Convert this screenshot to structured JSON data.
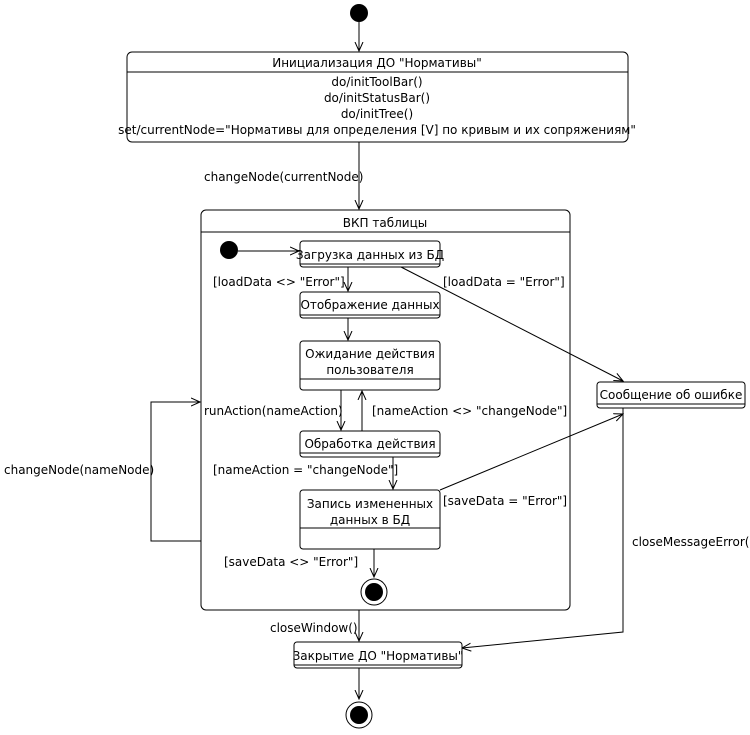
{
  "init_state": {
    "title": "Инициализация ДО \"Нормативы\"",
    "actions": [
      "do/initToolBar()",
      "do/initStatusBar()",
      "do/initTree()",
      "set/currentNode=\"Нормативы для определения [V] по кривым и их сопряжениям\""
    ]
  },
  "composite_state": {
    "title": "ВКП таблицы",
    "load_state": "Загрузка данных из БД",
    "display_state": "Отображение данных",
    "wait_state": "Ожидание действия\nпользователя",
    "process_state": "Обработка действия",
    "save_state": "Запись измененных\nданных в БД"
  },
  "error_state": "Сообщение об ошибке",
  "close_state": "Закрытие ДО \"Нормативы\"",
  "transitions": {
    "change_node_current": "changeNode(currentNode)",
    "load_ok": "[loadData <> \"Error\"]",
    "load_error": "[loadData = \"Error\"]",
    "run_action": "runAction(nameAction)",
    "not_change_node": "[nameAction <> \"changeNode\"]",
    "is_change_node": "[nameAction = \"changeNode\"]",
    "save_error": "[saveData = \"Error\"]",
    "save_ok": "[saveData <> \"Error\"]",
    "change_node_name": "changeNode(nameNode)",
    "close_message": "closeMessageError()",
    "close_window": "closeWindow()"
  },
  "colors": {
    "line": "#000000",
    "fill": "#ffffff"
  }
}
